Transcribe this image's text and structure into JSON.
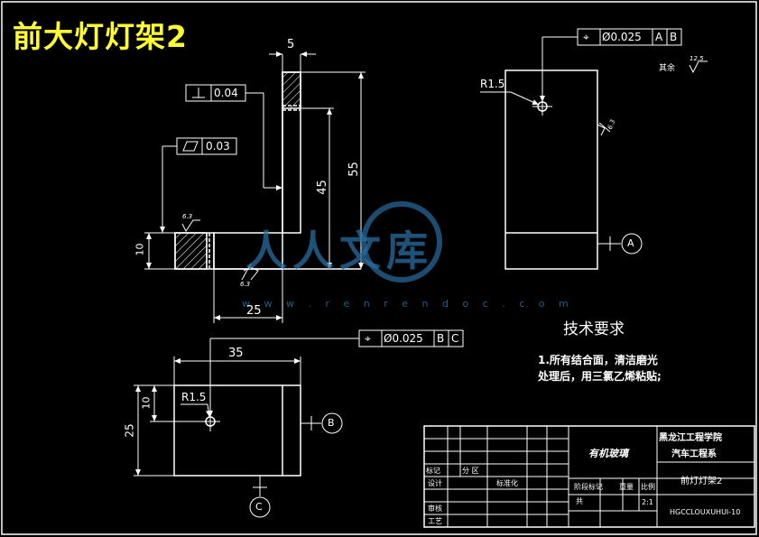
{
  "drawing": {
    "title": "前大灯灯架2",
    "dims": {
      "d5": "5",
      "d55": "55",
      "d45": "45",
      "d10": "10",
      "d25": "25",
      "d35": "35",
      "d10b": "10",
      "d25b": "25",
      "r_front": "R1.5",
      "r_right": "R1.5"
    },
    "tolerances": {
      "perpendicularity": "0.04",
      "flatness": "0.03",
      "position_top": "Ø0.025",
      "datum_a": "A",
      "datum_b": "B",
      "position_bottom": "Ø0.025",
      "datum_b2": "B",
      "datum_c": "C"
    },
    "roughness": {
      "r1": "6.3",
      "r2": "6.3",
      "r3": "6.3",
      "others_label": "其余",
      "others_value": "12.5"
    },
    "datums": {
      "a": "A",
      "b": "B",
      "c": "C"
    }
  },
  "technical_requirements": {
    "heading": "技术要求",
    "line1": "1.所有结合面，清洁磨光",
    "line2": "处理后，用三氯乙烯粘贴;"
  },
  "title_block": {
    "material": "有机玻璃",
    "school": "黑龙江工程学院",
    "department": "汽车工程系",
    "part_name": "前灯灯架2",
    "drawing_no": "HGCCLOUXUHUI-10",
    "scale": "2:1",
    "label_mark": "标记",
    "label_zone": "分 区",
    "label_design": "设计",
    "label_standard": "标准化",
    "label_stage": "阶段标记",
    "label_weight": "重量",
    "label_ratio": "比例",
    "label_review": "审核",
    "label_process": "工艺",
    "label_sheet": "共"
  },
  "watermark": {
    "text": "人人文库",
    "url": "w w w . r e n r e n d o c . c o m"
  },
  "colors": {
    "background": "#000000",
    "line": "#ffffff",
    "title": "#ffff33",
    "watermark": "#2a6ea0"
  }
}
